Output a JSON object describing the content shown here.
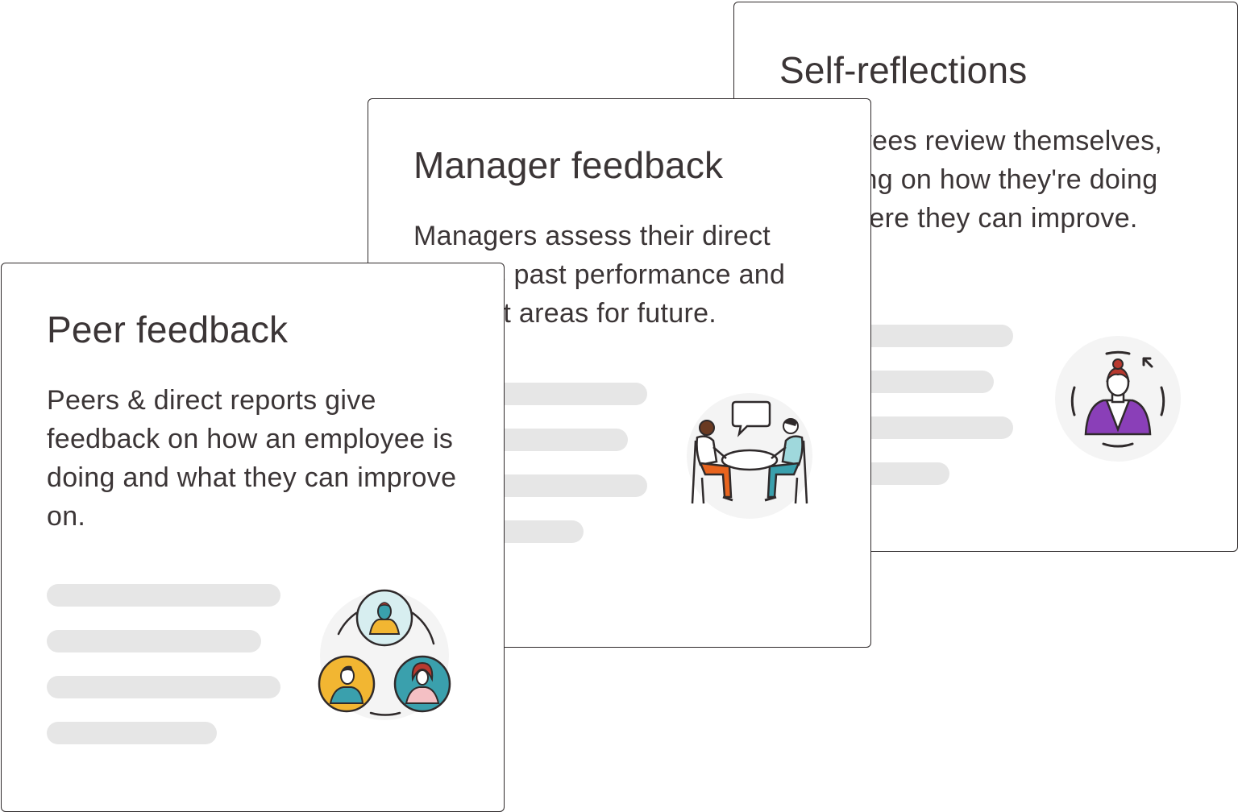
{
  "cards": [
    {
      "title": "Self-reflections",
      "description": "Employees review themselves, reflecting on how they're doing and where they can improve.",
      "illustration": "self-reflection-icon"
    },
    {
      "title": "Manager feedback",
      "description": "Managers assess their direct report's past performance and suggest areas for future.",
      "illustration": "conversation-icon"
    },
    {
      "title": "Peer feedback",
      "description": "Peers & direct reports give feedback on how an employee is doing and what they can improve on.",
      "illustration": "peer-group-icon"
    }
  ],
  "colors": {
    "border": "#2f2a2b",
    "text": "#3b3536",
    "placeholder_bar": "#e6e6e6",
    "illustration_bg": "#f4f4f4",
    "orange": "#e8641e",
    "teal": "#3aa0ad",
    "light_teal": "#9fd8dc",
    "yellow": "#f2b632",
    "purple": "#8a3fb8",
    "pink": "#f4c0c4"
  }
}
